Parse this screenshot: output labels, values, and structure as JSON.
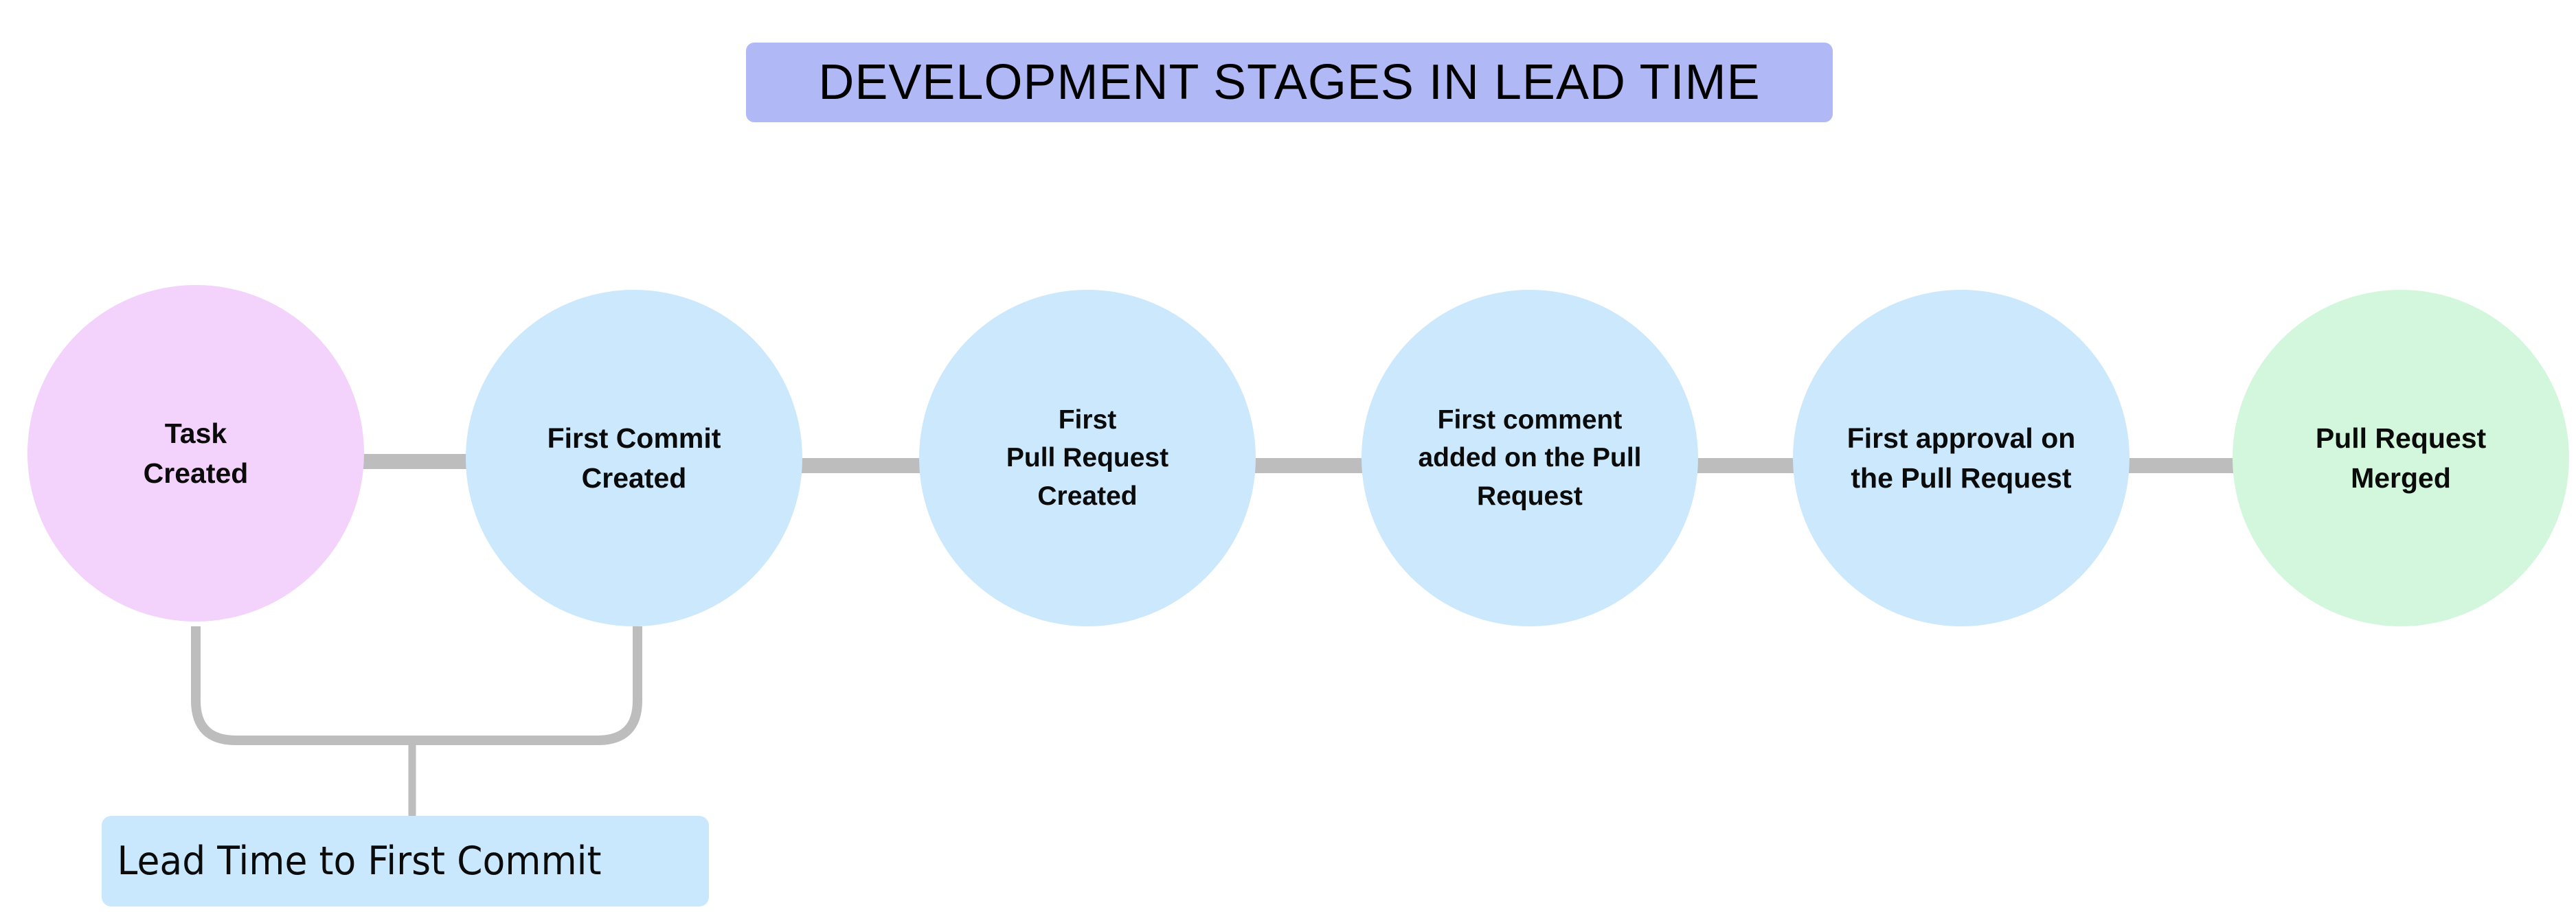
{
  "title": {
    "text": "DEVELOPMENT STAGES IN LEAD TIME",
    "background": "#b0b9f5"
  },
  "palette": {
    "start_node": "#f3d2fc",
    "middle_node": "#cbe8fc",
    "end_node": "#d3f7dd",
    "connector": "#bdbdbd",
    "annotation_background": "#c9e8fd",
    "text": "#0b0b0b",
    "canvas": "#ffffff"
  },
  "flow": {
    "nodes": [
      {
        "id": "task-created",
        "label": "Task\nCreated",
        "color": "#f3d2fc",
        "lines": 2
      },
      {
        "id": "first-commit",
        "label": "First Commit\nCreated",
        "color": "#cbe8fc",
        "lines": 2
      },
      {
        "id": "first-pull-request",
        "label": "First\nPull Request\nCreated",
        "color": "#cbe8fc",
        "lines": 3
      },
      {
        "id": "first-comment",
        "label": "First comment\nadded on the Pull\nRequest",
        "color": "#cbe8fc",
        "lines": 3
      },
      {
        "id": "first-approval",
        "label": "First approval on\nthe Pull Request",
        "color": "#cbe8fc",
        "lines": 2
      },
      {
        "id": "pull-request-merged",
        "label": "Pull Request\nMerged",
        "color": "#d3f7dd",
        "lines": 2
      }
    ],
    "connector_count": 5
  },
  "annotation": {
    "label": "Lead Time to First Commit",
    "spans_from": "task-created",
    "spans_to": "first-commit"
  },
  "chart_data": {
    "type": "diagram",
    "title": "DEVELOPMENT STAGES IN LEAD TIME",
    "sequence": [
      "Task Created",
      "First Commit Created",
      "First Pull Request Created",
      "First comment added on the Pull Request",
      "First approval on the Pull Request",
      "Pull Request Merged"
    ],
    "measures": [
      {
        "name": "Lead Time to First Commit",
        "from": "Task Created",
        "to": "First Commit Created"
      }
    ]
  }
}
